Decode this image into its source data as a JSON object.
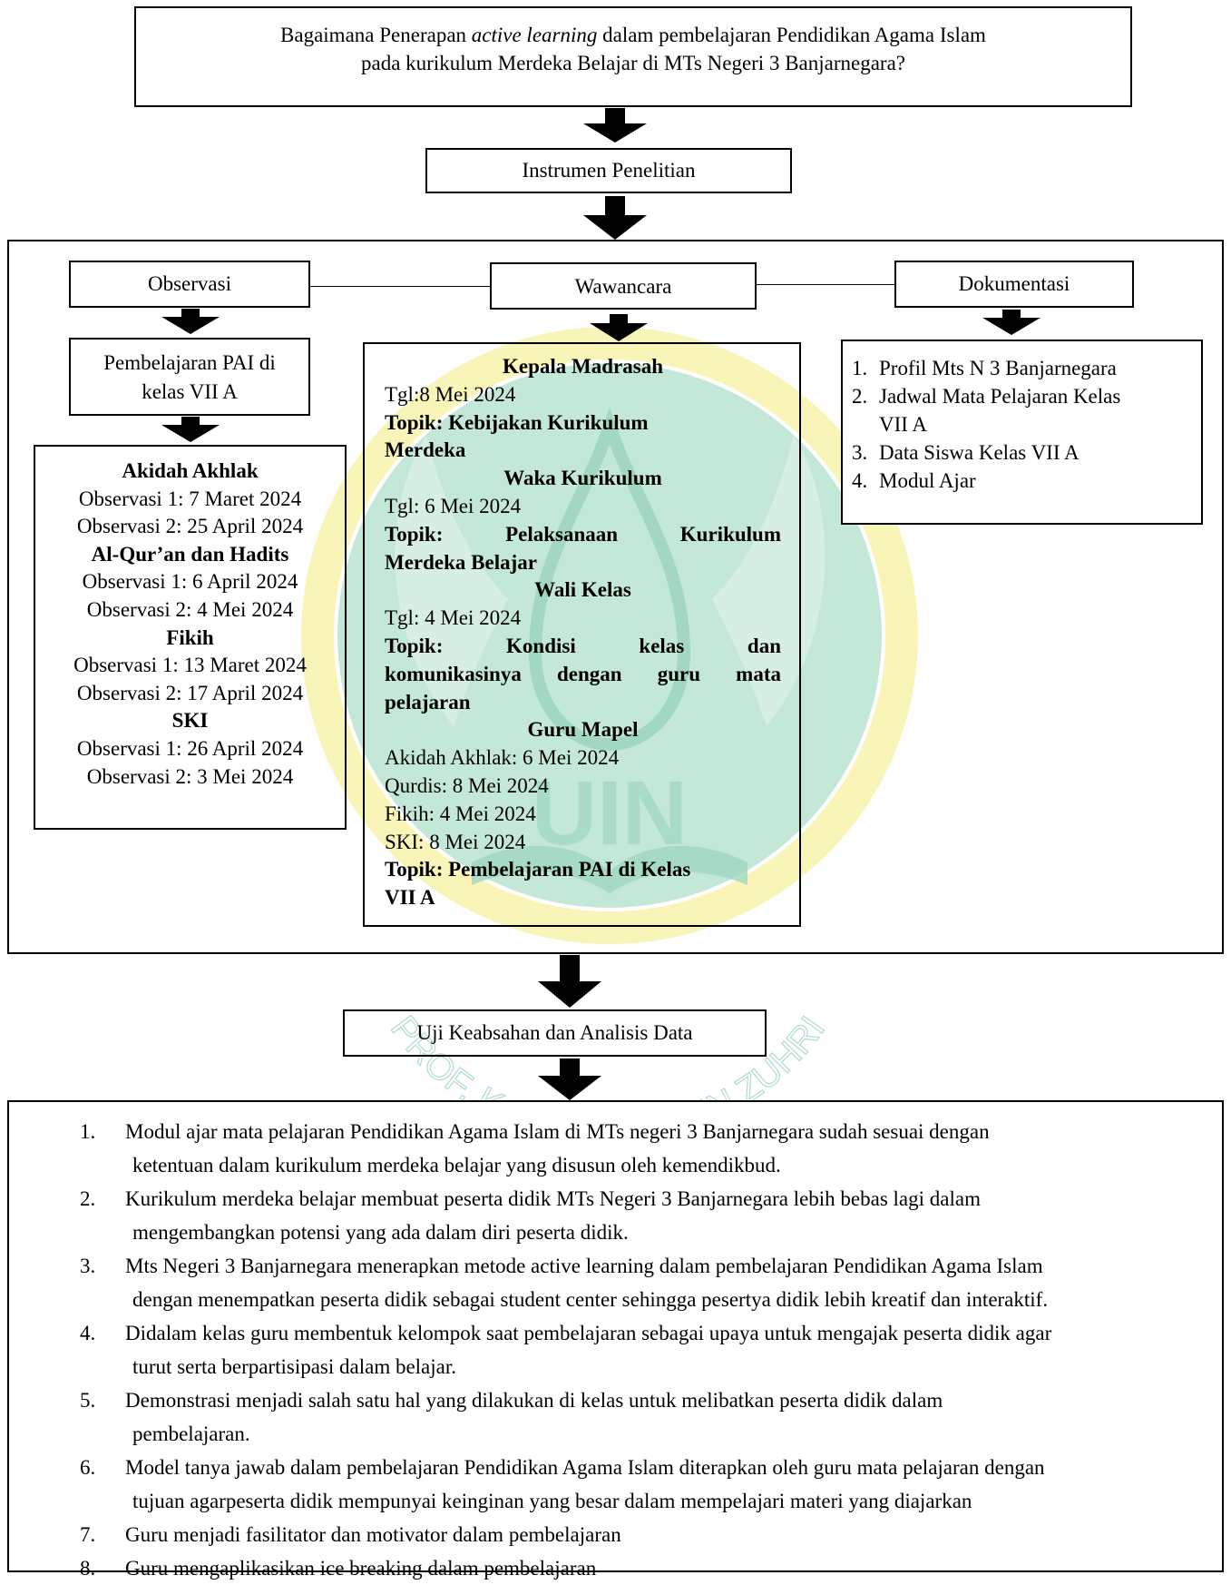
{
  "question": {
    "before": "Bagaimana Penerapan ",
    "italic": "active learning",
    "after": " dalam pembelajaran Pendidikan Agama Islam",
    "line2": "pada kurikulum Merdeka Belajar di MTs Negeri 3 Banjarnegara?"
  },
  "instrument": "Instrumen Penelitian",
  "methods": {
    "observasi": "Observasi",
    "wawancara": "Wawancara",
    "dokumentasi": "Dokumentasi"
  },
  "observasi_target": {
    "line1": "Pembelajaran PAI di",
    "line2": "kelas VII A"
  },
  "observations": [
    {
      "subject": "Akidah Akhlak",
      "obs1": "Observasi 1: 7 Maret 2024",
      "obs2": "Observasi 2: 25 April 2024"
    },
    {
      "subject": "Al-Qur’an dan Hadits",
      "obs1": "Observasi 1: 6 April 2024",
      "obs2": "Observasi 2: 4 Mei 2024"
    },
    {
      "subject": "Fikih",
      "obs1": "Observasi 1: 13 Maret 2024",
      "obs2": "Observasi 2: 17 April 2024"
    },
    {
      "subject": "SKI",
      "obs1": "Observasi 1: 26 April 2024",
      "obs2": "Observasi 2: 3 Mei 2024"
    }
  ],
  "interviews": {
    "kepala": {
      "title": "Kepala Madrasah",
      "date": "Tgl:8 Mei 2024",
      "topic1": "Topik: Kebijakan Kurikulum",
      "topic2": "Merdeka"
    },
    "waka": {
      "title": "Waka Kurikulum",
      "date": "Tgl: 6 Mei 2024",
      "topic1": "Topik:   Pelaksanaan   Kurikulum",
      "topic2": "Merdeka Belajar"
    },
    "wali": {
      "title": "Wali Kelas",
      "date": "Tgl: 4 Mei 2024",
      "topic1": "Topik:   Kondisi   kelas   dan",
      "topic2": "komunikasinya dengan guru mata",
      "topic3": "pelajaran"
    },
    "guru": {
      "title": "Guru Mapel",
      "dates": [
        "Akidah Akhlak: 6 Mei 2024",
        "Qurdis: 8 Mei 2024",
        "Fikih: 4 Mei 2024",
        "SKI: 8 Mei 2024"
      ],
      "topic1": "Topik: Pembelajaran PAI di Kelas",
      "topic2": "VII A"
    }
  },
  "documents": [
    {
      "num": "1.",
      "line1": "Profil Mts N 3 Banjarnegara"
    },
    {
      "num": "2.",
      "line1": "Jadwal Mata Pelajaran Kelas",
      "line2": "VII A"
    },
    {
      "num": "3.",
      "line1": "Data Siswa Kelas VII A"
    },
    {
      "num": "4.",
      "line1": "Modul Ajar"
    }
  ],
  "validation": "Uji Keabsahan dan Analisis Data",
  "findings": [
    {
      "num": "1.",
      "line1": "Modul ajar mata pelajaran Pendidikan Agama Islam di MTs negeri 3 Banjarnegara sudah sesuai dengan",
      "line2": "ketentuan dalam kurikulum merdeka belajar yang disusun oleh kemendikbud."
    },
    {
      "num": "2.",
      "line1": "Kurikulum merdeka belajar membuat peserta didik MTs Negeri 3 Banjarnegara lebih bebas lagi dalam",
      "line2": "mengembangkan potensi yang ada dalam diri peserta didik."
    },
    {
      "num": "3.",
      "line1": "Mts Negeri 3 Banjarnegara menerapkan metode active learning dalam pembelajaran Pendidikan Agama Islam",
      "line2": "dengan menempatkan peserta didik sebagai student center sehingga pesertya didik lebih kreatif dan interaktif."
    },
    {
      "num": "4.",
      "line1": "Didalam kelas guru membentuk kelompok saat pembelajaran sebagai upaya untuk mengajak peserta didik agar",
      "line2": "turut serta berpartisipasi dalam belajar."
    },
    {
      "num": "5.",
      "line1": "Demonstrasi menjadi salah satu hal yang dilakukan di kelas untuk melibatkan  peserta didik dalam",
      "line2": "pembelajaran."
    },
    {
      "num": "6.",
      "line1": "Model tanya jawab dalam pembelajaran Pendidikan Agama Islam diterapkan oleh guru mata pelajaran dengan",
      "line2": "tujuan agarpeserta didik mempunyai keinginan yang besar dalam mempelajari materi yang  diajarkan"
    },
    {
      "num": "7.",
      "line1": "Guru menjadi fasilitator dan motivator dalam pembelajaran"
    },
    {
      "num": "8.",
      "line1": "Guru mengaplikasikan ice breaking dalam pembelajaran"
    }
  ],
  "watermark": {
    "text": "PROF. K.H. SAIFUDDIN ZUHRI",
    "mark": "UIN",
    "colors": {
      "green": "#b5e3cf",
      "yellow": "#fff3a0",
      "ring": "#f7ee9a"
    }
  }
}
